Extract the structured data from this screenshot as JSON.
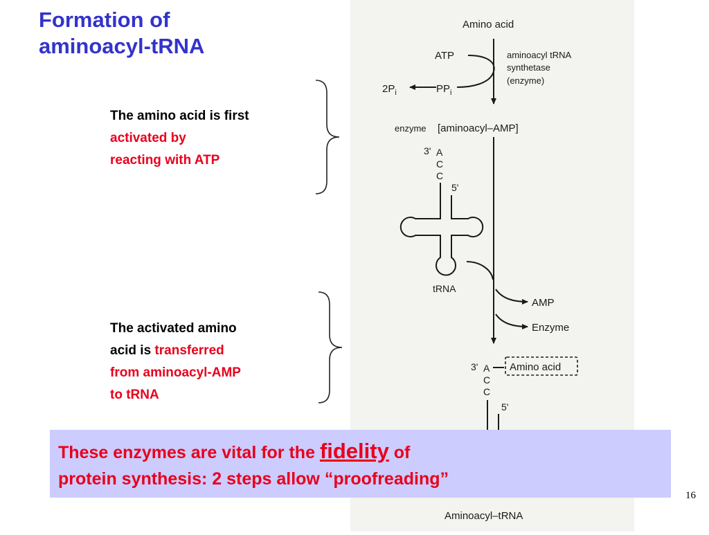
{
  "slide": {
    "title_line1": "Formation of",
    "title_line2": "aminoacyl-tRNA",
    "page_number": "16"
  },
  "step1": {
    "text_black": "The amino acid is first",
    "text_red_line1": "activated by",
    "text_red_line2": "reacting with ATP"
  },
  "step2": {
    "line1": "The activated amino",
    "line2_black": "acid is ",
    "line2_red": "transferred",
    "line3_red": "from aminoacyl-AMP",
    "line4_red": "to tRNA"
  },
  "diagram": {
    "amino_acid": "Amino acid",
    "atp": "ATP",
    "enzyme_line1": "aminoacyl tRNA",
    "enzyme_line2": "synthetase",
    "enzyme_line3": "(enzyme)",
    "two_pi": "2P",
    "pi_sub": "i",
    "ppi": "PP",
    "ppi_sub": "i",
    "enzyme_complex_prefix": "enzyme",
    "enzyme_complex": "[aminoacyl–AMP]",
    "three_prime": "3'",
    "base_a": "A",
    "base_c1": "C",
    "base_c2": "C",
    "five_prime": "5'",
    "trna": "tRNA",
    "amp": "AMP",
    "enzyme_out": "Enzyme",
    "three_prime_2": "3'",
    "base_a_2": "A",
    "base_c1_2": "C",
    "base_c2_2": "C",
    "five_prime_2": "5'",
    "amino_acid_boxed": "Amino acid",
    "product": "Aminoacyl–tRNA"
  },
  "callout": {
    "text_before": "These enzymes are vital for the ",
    "emphasis": "fidelity",
    "text_after": " of",
    "line2": "protein synthesis: 2 steps allow “proofreading”"
  },
  "colors": {
    "title": "#3333cc",
    "highlight": "#e8001c",
    "callout_bg": "#ccccff",
    "panel_bg": "#f3f3ef"
  }
}
